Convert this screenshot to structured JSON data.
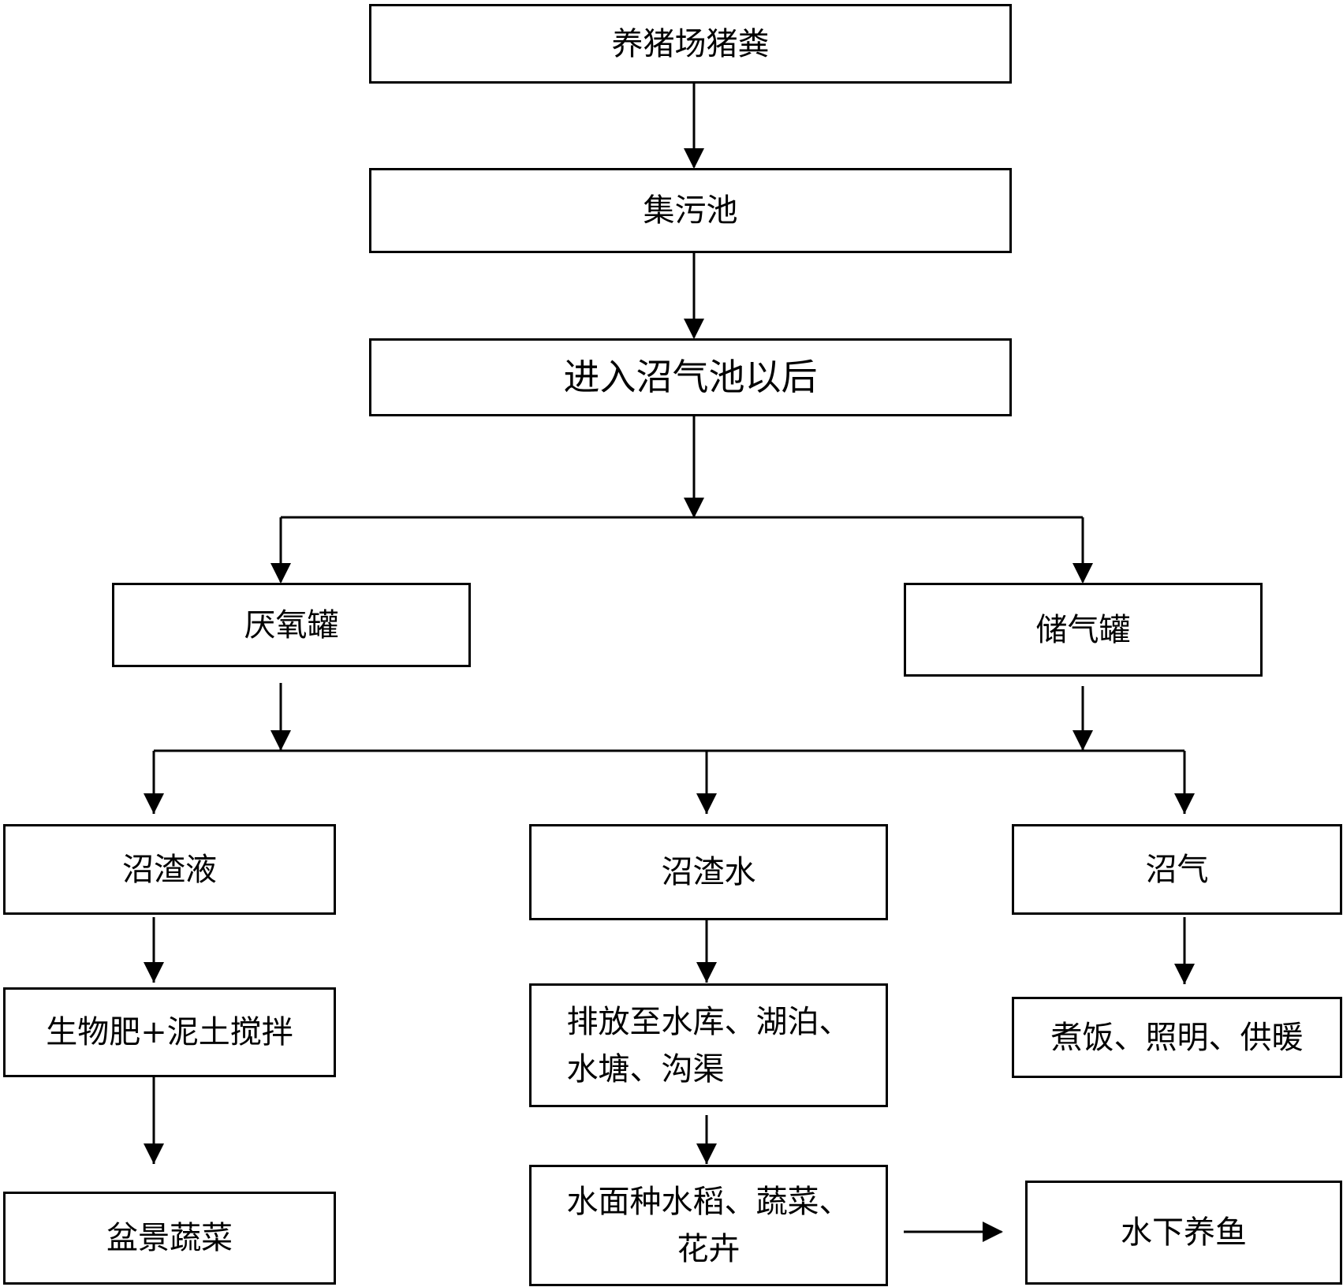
{
  "nodes": {
    "n1": "养猪场猪粪",
    "n2": "集污池",
    "n3": "进入沼气池以后",
    "n4": "厌氧罐",
    "n5": "储气罐",
    "n6": "沼渣液",
    "n7": "沼渣水",
    "n8": "沼气",
    "n9": "生物肥+泥土搅拌",
    "n10_line1": "排放至水库、湖泊、",
    "n10_line2": "水塘、沟渠",
    "n11": "煮饭、照明、供暖",
    "n12": "盆景蔬菜",
    "n13_line1": "水面种水稻、蔬菜、",
    "n13_line2": "花卉",
    "n14": "水下养鱼"
  },
  "colors": {
    "stroke": "#000000",
    "background": "#ffffff"
  }
}
